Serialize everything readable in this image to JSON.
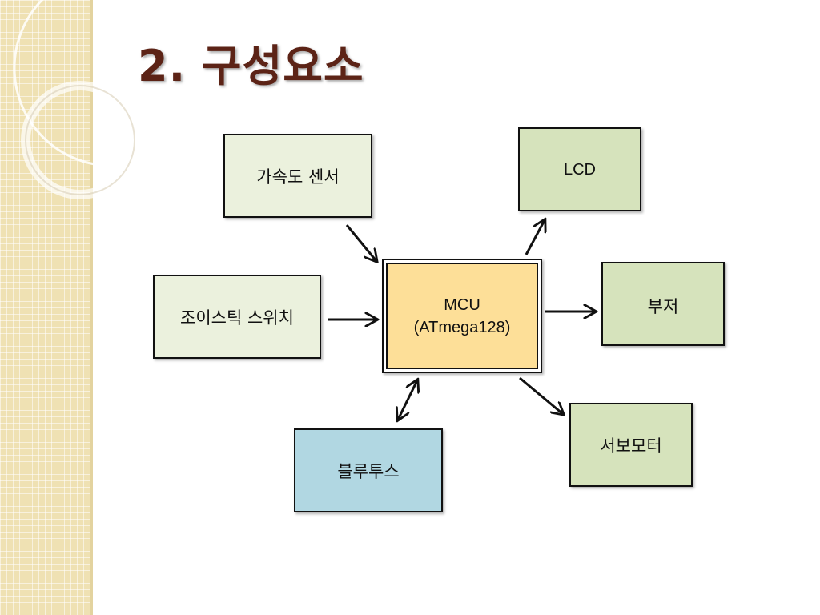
{
  "slide": {
    "title": "2. 구성요소"
  },
  "diagram": {
    "center": {
      "line1": "MCU",
      "line2": "(ATmega128)"
    },
    "inputs": {
      "accel_sensor": "가속도 센서",
      "joystick": "조이스틱 스위치"
    },
    "outputs": {
      "lcd": "LCD",
      "buzzer": "부저",
      "servo": "서보모터"
    },
    "bidirectional": {
      "bluetooth": "블루투스"
    },
    "colors": {
      "input_fill": "#ebf1dd",
      "output_fill": "#d6e3bc",
      "bluetooth_fill": "#b1d7e2",
      "mcu_fill": "#fddf98",
      "title": "#5c2316",
      "side_band": "#efe1b3"
    }
  }
}
